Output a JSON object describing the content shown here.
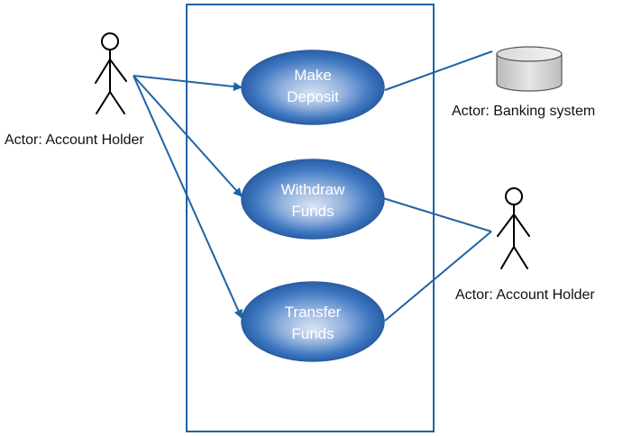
{
  "use_cases": {
    "make_deposit": {
      "line1": "Make",
      "line2": "Deposit"
    },
    "withdraw_funds": {
      "line1": "Withdraw",
      "line2": "Funds"
    },
    "transfer_funds": {
      "line1": "Transfer",
      "line2": "Funds"
    }
  },
  "actors": {
    "primary": {
      "label": "Actor: Account Holder"
    },
    "banking_system": {
      "label": "Actor: Banking system"
    },
    "secondary": {
      "label": "Actor: Account Holder"
    }
  },
  "colors": {
    "boundary": "#1f63a6",
    "association": "#1f63a6",
    "use_case_fill_dark": "#2a67b3",
    "use_case_fill_light": "#cbd9ee"
  },
  "icons": {
    "stick_figure": "actor-stick-figure-icon",
    "database": "database-cylinder-icon"
  }
}
